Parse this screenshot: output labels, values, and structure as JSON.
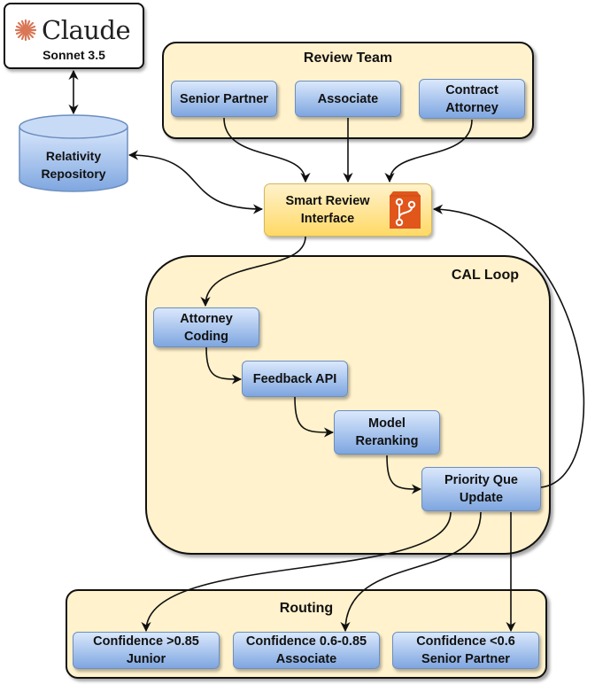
{
  "claude": {
    "brand": "Claude",
    "model": "Sonnet 3.5",
    "icon": "claude-asterisk-icon",
    "accent": "#d97757"
  },
  "repository": {
    "label_line1": "Relativity",
    "label_line2": "Repository",
    "shape": "database-cylinder"
  },
  "review_team": {
    "title": "Review Team",
    "members": [
      {
        "line1": "Senior Partner",
        "line2": ""
      },
      {
        "line1": "Associate",
        "line2": ""
      },
      {
        "line1": "Contract",
        "line2": "Attorney"
      }
    ]
  },
  "smart_review": {
    "line1": "Smart Review",
    "line2": "Interface",
    "icon": "git-branch-icon",
    "icon_color": "#e0561b"
  },
  "cal_loop": {
    "title": "CAL Loop",
    "steps": [
      {
        "line1": "Attorney",
        "line2": "Coding"
      },
      {
        "line1": "Feedback API",
        "line2": ""
      },
      {
        "line1": "Model",
        "line2": "Reranking"
      },
      {
        "line1": "Priority Que",
        "line2": "Update"
      }
    ]
  },
  "routing": {
    "title": "Routing",
    "targets": [
      {
        "line1": "Confidence >0.85",
        "line2": "Junior"
      },
      {
        "line1": "Confidence 0.6-0.85",
        "line2": "Associate"
      },
      {
        "line1": "Confidence <0.6",
        "line2": "Senior Partner"
      }
    ]
  },
  "colors": {
    "group_fill": "#fff2cc",
    "node_fill_top": "#dae8fc",
    "node_fill_bottom": "#7ea6e0",
    "node_border": "#6c8ebf",
    "smart_fill_bottom": "#ffd966",
    "smart_border": "#d6b656"
  }
}
